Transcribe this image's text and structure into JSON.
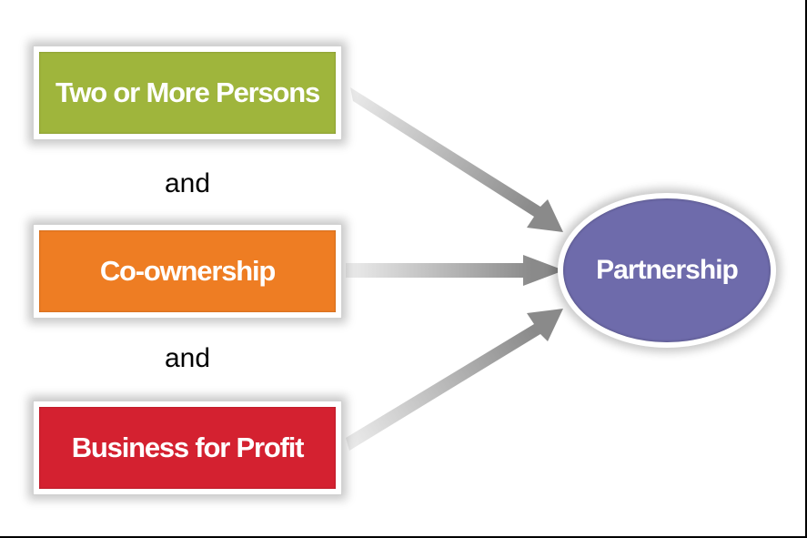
{
  "diagram": {
    "inputs": [
      {
        "label": "Two or More Persons",
        "color": "#9fb53c"
      },
      {
        "label": "Co-ownership",
        "color": "#ee7d23"
      },
      {
        "label": "Business for Profit",
        "color": "#d42130"
      }
    ],
    "connectors": [
      "and",
      "and"
    ],
    "result": {
      "label": "Partnership",
      "color": "#6e6bab"
    },
    "arrow_color": "#9a9a9a"
  }
}
